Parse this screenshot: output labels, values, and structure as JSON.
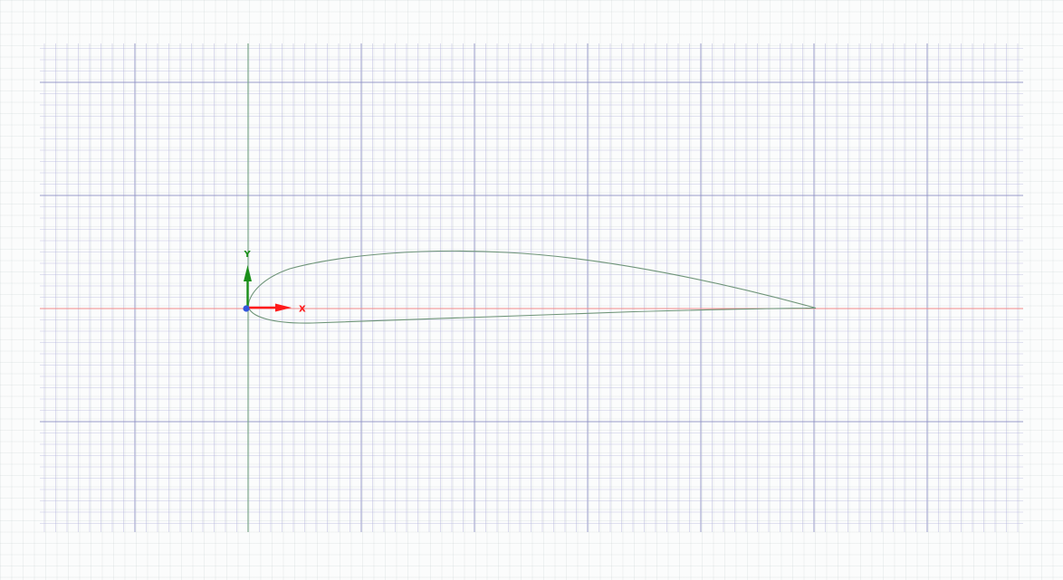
{
  "sketch": {
    "axes": {
      "x_label": "X",
      "y_label": "Y",
      "x_color": "#ff1a1a",
      "y_color": "#1a8f1a",
      "origin_color": "#3355dd",
      "x_line_color": "#f08a8a",
      "y_line_color": "#7aa68a"
    },
    "grid": {
      "shown": true,
      "minor_color": "#b4b6dc",
      "major_color": "#8e90c4"
    },
    "profile": {
      "shape": "airfoil",
      "stroke_color": "#6e9478"
    }
  }
}
